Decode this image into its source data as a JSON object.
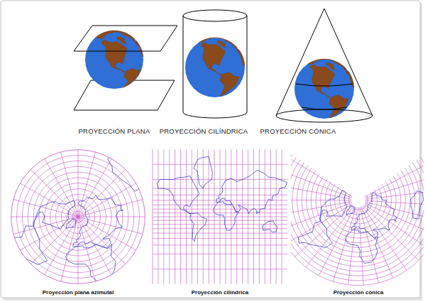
{
  "diagram": {
    "labels": [
      "PROYECCIÓN PLANA",
      "PROYECCIÓN CILÍNDRICA",
      "PROYECCIÓN CÓNICA",
      "Proyección plana azimutal",
      "Proyección cilíndrica",
      "Proyección cónica"
    ]
  }
}
